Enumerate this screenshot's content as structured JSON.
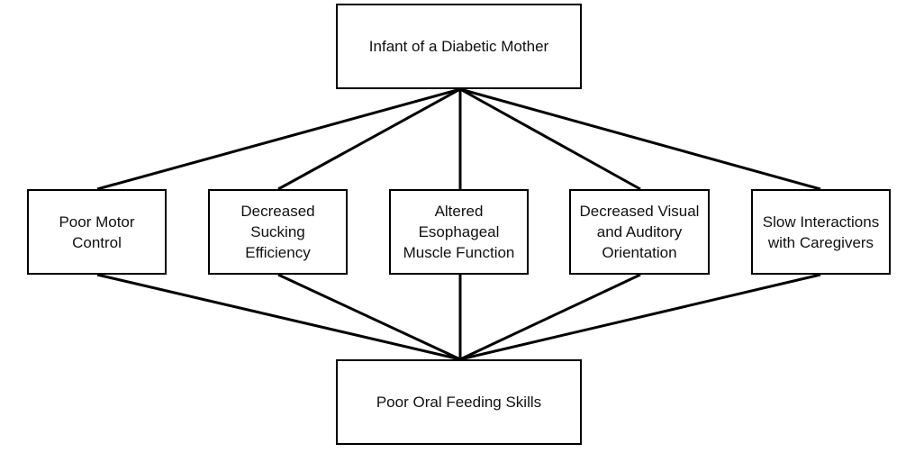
{
  "diagram": {
    "top": {
      "label": "Infant of a Diabetic Mother"
    },
    "middle": [
      {
        "label": "Poor Motor\nControl"
      },
      {
        "label": "Decreased\nSucking\nEfficiency"
      },
      {
        "label": "Altered\nEsophageal\nMuscle Function"
      },
      {
        "label": "Decreased Visual\nand Auditory\nOrientation"
      },
      {
        "label": "Slow Interactions\nwith Caregivers"
      }
    ],
    "bottom": {
      "label": "Poor Oral Feeding Skills"
    }
  }
}
